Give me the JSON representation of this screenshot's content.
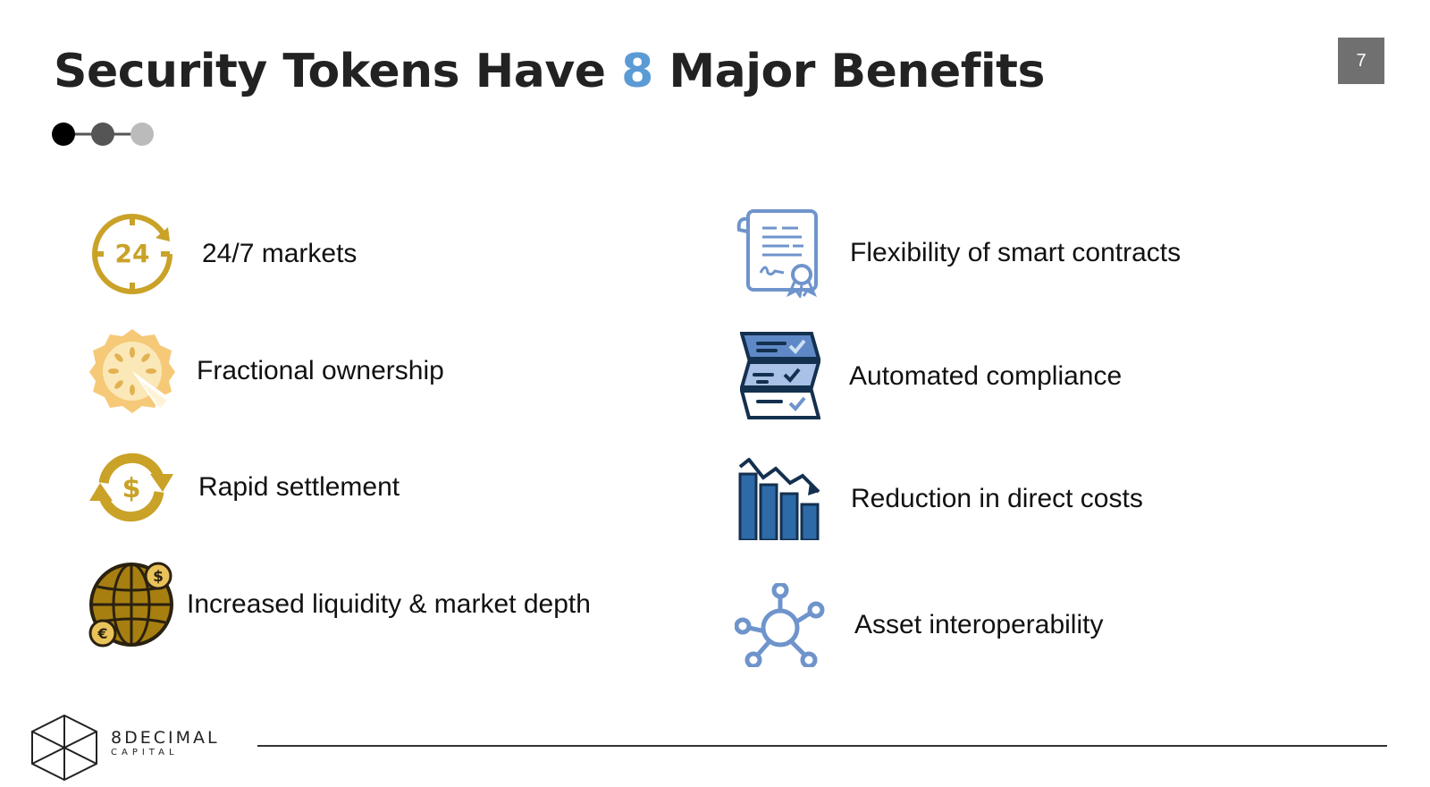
{
  "slide": {
    "title_before": "Security Tokens Have ",
    "title_number": "8",
    "title_after": " Major Benefits",
    "page_number": "7",
    "accent_color": "#5b9bd5"
  },
  "benefits_left": [
    {
      "label": "24/7 markets",
      "icon": "clock-24-icon"
    },
    {
      "label": "Fractional ownership",
      "icon": "pie-slice-icon"
    },
    {
      "label": "Rapid settlement",
      "icon": "dollar-exchange-icon"
    },
    {
      "label": "Increased liquidity & market depth",
      "icon": "globe-coins-icon"
    }
  ],
  "benefits_right": [
    {
      "label": "Flexibility of smart contracts",
      "icon": "contract-certificate-icon"
    },
    {
      "label": "Automated compliance",
      "icon": "checklist-icon"
    },
    {
      "label": "Reduction in direct costs",
      "icon": "declining-bar-chart-icon"
    },
    {
      "label": "Asset interoperability",
      "icon": "network-hub-icon"
    }
  ],
  "footer": {
    "logo_name": "8DECIMAL",
    "logo_sub": "CAPITAL"
  },
  "colors": {
    "gold": "#c9a227",
    "blue_light": "#6f94cc",
    "navy": "#1e3a5f",
    "chart_blue": "#2e6aa8"
  }
}
